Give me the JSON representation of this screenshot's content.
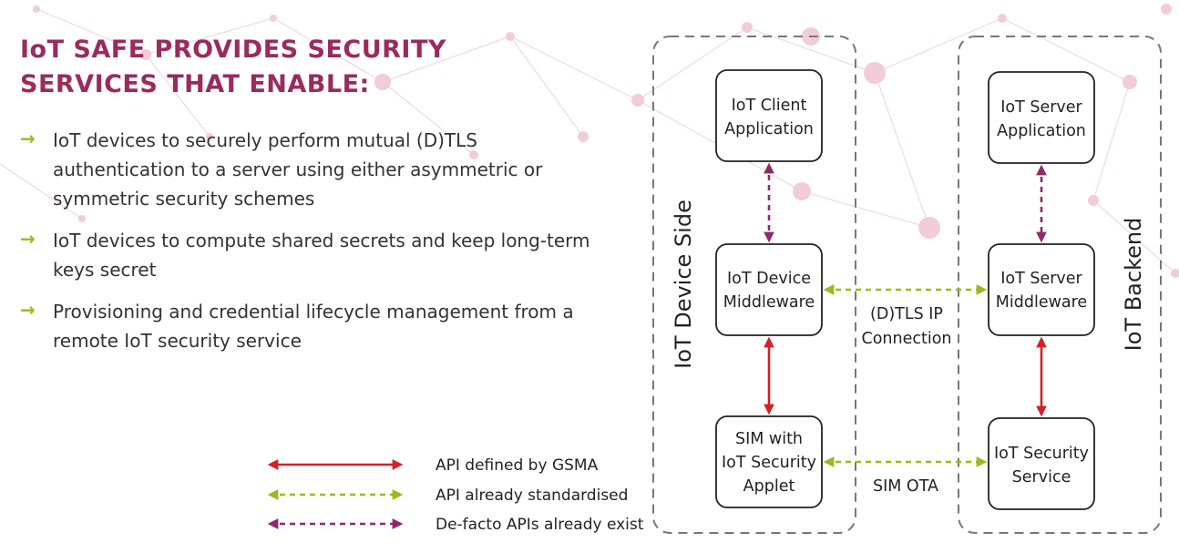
{
  "title": {
    "line1": "IoT SAFE PROVIDES SECURITY",
    "line2": "SERVICES THAT ENABLE:"
  },
  "bullets": [
    {
      "text": "IoT devices to securely perform mutual (D)TLS authentication to a server using either asymmetric or symmetric security schemes"
    },
    {
      "text": "IoT devices to compute shared secrets and keep long-term keys secret"
    },
    {
      "text": "Provisioning and credential lifecycle management from a remote IoT security service"
    }
  ],
  "bullet_marker": "→",
  "diagram": {
    "device_side_label": "IoT Device Side",
    "backend_label": "IoT Backend",
    "nodes": {
      "client_app": {
        "line1": "IoT Client",
        "line2": "Application"
      },
      "device_mw": {
        "line1": "IoT Device",
        "line2": "Middleware"
      },
      "sim": {
        "line1": "SIM with",
        "line2": "IoT Security",
        "line3": "Applet"
      },
      "server_app": {
        "line1": "IoT Server",
        "line2": "Application"
      },
      "server_mw": {
        "line1": "IoT Server",
        "line2": "Middleware"
      },
      "sec_service": {
        "line1": "IoT Security",
        "line2": "Service"
      }
    },
    "connections": {
      "dtls_line1": "(D)TLS IP",
      "dtls_line2": "Connection",
      "sim_ota": "SIM OTA"
    }
  },
  "legend": [
    {
      "label": "API defined by GSMA",
      "style": "solid",
      "color": "#d42027"
    },
    {
      "label": "API already standardised",
      "style": "dashed",
      "color": "#a3b51a"
    },
    {
      "label": "De-facto APIs already exist",
      "style": "dashed",
      "color": "#8e2a6b"
    }
  ],
  "colors": {
    "title": "#9b2a5d",
    "gsma": "#d42027",
    "standard": "#a3b51a",
    "defacto": "#8e2a6b"
  }
}
